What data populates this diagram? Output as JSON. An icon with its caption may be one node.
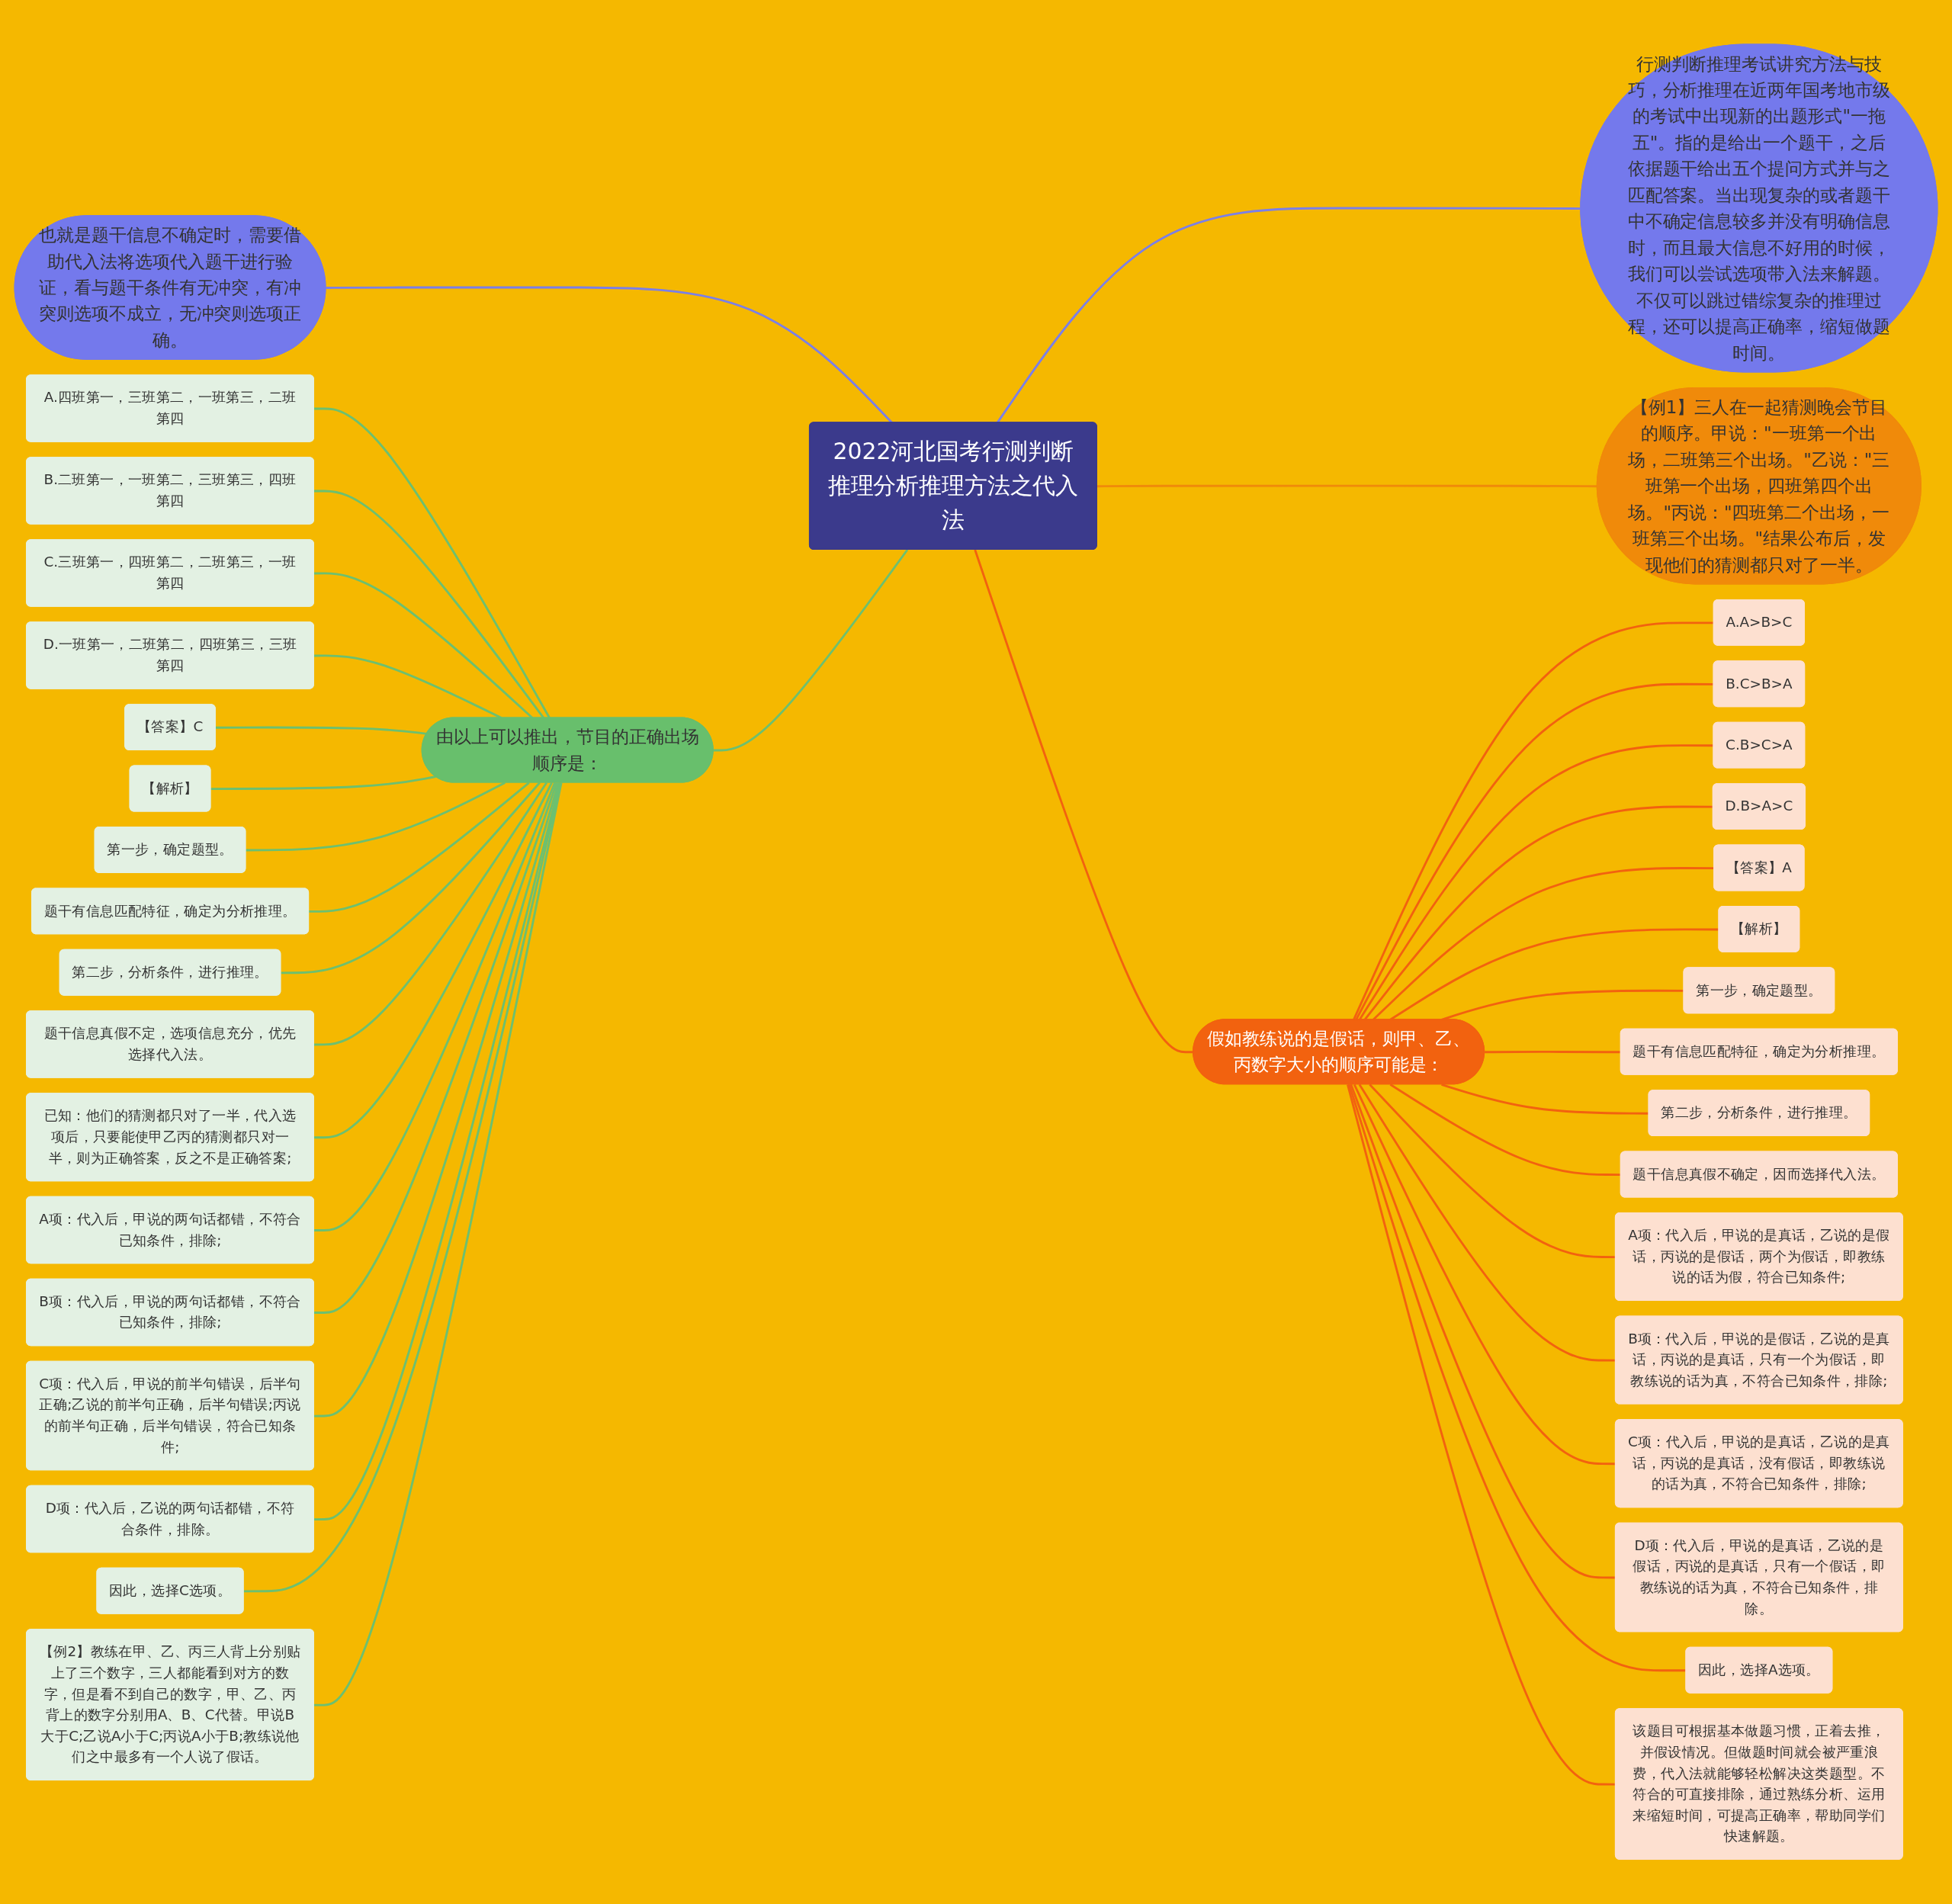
{
  "diagram": {
    "nodes": [
      {
        "text": [
          "2022河北国考行测判断推理分析推理方法之代入法"
        ]
      },
      {
        "text": [
          "也就是题干信息不确定时，需要借助代入法将选项代入题干进行验证，看与题干条件有无冲突，有冲突则选项不成立，无冲突则选项正确。"
        ]
      },
      {
        "text": [
          "行测判断推理考试讲究方法与技巧，分析推理在近两年国考地市级的考试中出现新的出题形式\"一拖五\"。指的是给出一个题干，之后依据题干给出五个提问方式并与之匹配答案。当出现复杂的或者题干中不确定信息较多并没有明确信息时，而且最大信息不好用的时候，我们可以尝试选项带入法来解题。不仅可以跳过错综复杂的推理过程，还可以提高正确率，缩短做题时间。"
        ]
      },
      {
        "text": [
          "【例1】三人在一起猜测晚会节目的顺序。甲说：\"一班第一个出场，二班第三个出场。\"乙说：\"三班第一个出场，四班第四个出场。\"丙说：\"四班第二个出场，一班第三个出场。\"结果公布后，发现他们的猜测都只对了一半。"
        ]
      },
      {
        "text": [
          "由以上可以推出，节目的正确出场顺序是："
        ]
      },
      {
        "text": [
          "A.四班第一，三班第二，一班第三，二班第四"
        ]
      },
      {
        "text": [
          "B.二班第一，一班第二，三班第三，四班第四"
        ]
      },
      {
        "text": [
          "C.三班第一，四班第二，二班第三，一班第四"
        ]
      },
      {
        "text": [
          "D.一班第一，二班第二，四班第三，三班第四"
        ]
      },
      {
        "text": [
          "【答案】C"
        ]
      },
      {
        "text": [
          "【解析】"
        ]
      },
      {
        "text": [
          "第一步，确定题型。"
        ]
      },
      {
        "text": [
          "题干有信息匹配特征，确定为分析推理。"
        ]
      },
      {
        "text": [
          "第二步，分析条件，进行推理。"
        ]
      },
      {
        "text": [
          "题干信息真假不定，选项信息充分，优先选择代入法。"
        ]
      },
      {
        "text": [
          "已知：他们的猜测都只对了一半，代入选项后，只要能使甲乙丙的猜测都只对一半，则为正确答案，反之不是正确答案;"
        ]
      },
      {
        "text": [
          "A项：代入后，甲说的两句话都错，不符合已知条件，排除;"
        ]
      },
      {
        "text": [
          "B项：代入后，甲说的两句话都错，不符合已知条件，排除;"
        ]
      },
      {
        "text": [
          "C项：代入后，甲说的前半句错误，后半句正确;乙说的前半句正确，后半句错误;丙说的前半句正确，后半句错误，符合已知条件;"
        ]
      },
      {
        "text": [
          "D项：代入后，乙说的两句话都错，不符合条件，排除。"
        ]
      },
      {
        "text": [
          "因此，选择C选项。"
        ]
      },
      {
        "text": [
          "【例2】教练在甲、乙、丙三人背上分别贴上了三个数字，三人都能看到对方的数字，但是看不到自己的数字，甲、乙、丙背上的数字分别用A、B、C代替。甲说B大于C;乙说A小于C;丙说A小于B;教练说他们之中最多有一个人说了假话。"
        ]
      },
      {
        "text": [
          "假如教练说的是假话，则甲、乙、丙数字大小的顺序可能是："
        ]
      },
      {
        "text": [
          "A.A>B>C"
        ]
      },
      {
        "text": [
          "B.C>B>A"
        ]
      },
      {
        "text": [
          "C.B>C>A"
        ]
      },
      {
        "text": [
          "D.B>A>C"
        ]
      },
      {
        "text": [
          "【答案】A"
        ]
      },
      {
        "text": [
          "【解析】"
        ]
      },
      {
        "text": [
          "第一步，确定题型。"
        ]
      },
      {
        "text": [
          "题干有信息匹配特征，确定为分析推理。"
        ]
      },
      {
        "text": [
          "第二步，分析条件，进行推理。"
        ]
      },
      {
        "text": [
          "题干信息真假不确定，因而选择代入法。"
        ]
      },
      {
        "text": [
          "A项：代入后，甲说的是真话，乙说的是假话，丙说的是假话，两个为假话，即教练说的话为假，符合已知条件;"
        ]
      },
      {
        "text": [
          "B项：代入后，甲说的是假话，乙说的是真话，丙说的是真话，只有一个为假话，即教练说的话为真，不符合已知条件，排除;"
        ]
      },
      {
        "text": [
          "C项：代入后，甲说的是真话，乙说的是真话，丙说的是真话，没有假话，即教练说的话为真，不符合已知条件，排除;"
        ]
      },
      {
        "text": [
          "D项：代入后，甲说的是真话，乙说的是假话，丙说的是真话，只有一个假话，即教练说的话为真，不符合已知条件，排除。"
        ]
      },
      {
        "text": [
          "因此，选择A选项。"
        ]
      },
      {
        "text": [
          "该题目可根据基本做题习惯，正着去推，并假设情况。但做题时间就会被严重浪费，代入法就能够轻松解决这类题型。不符合的可直接排除，通过熟练分析、运用来缩短时间，可提高正确率，帮助同学们快速解题。"
        ]
      }
    ],
    "edges": [
      {
        "from": 0,
        "to": 1,
        "arrow": "none",
        "color": "#7b7fe8"
      },
      {
        "from": 0,
        "to": 2,
        "arrow": "none",
        "color": "#7b7fe8"
      },
      {
        "from": 0,
        "to": 3,
        "arrow": "none",
        "color": "#f08a0a"
      },
      {
        "from": 0,
        "to": 4,
        "arrow": "none"
      },
      {
        "from": 0,
        "to": 22,
        "arrow": "none",
        "color": "#f2620f"
      },
      {
        "from": 4,
        "to": 5,
        "arrow": "none"
      },
      {
        "from": 4,
        "to": 6,
        "arrow": "none"
      },
      {
        "from": 4,
        "to": 7,
        "arrow": "none"
      },
      {
        "from": 4,
        "to": 8,
        "arrow": "none"
      },
      {
        "from": 4,
        "to": 9,
        "arrow": "none"
      },
      {
        "from": 4,
        "to": 10,
        "arrow": "none"
      },
      {
        "from": 4,
        "to": 11,
        "arrow": "none"
      },
      {
        "from": 4,
        "to": 12,
        "arrow": "none"
      },
      {
        "from": 4,
        "to": 13,
        "arrow": "none"
      },
      {
        "from": 4,
        "to": 14,
        "arrow": "none"
      },
      {
        "from": 4,
        "to": 15,
        "arrow": "none"
      },
      {
        "from": 4,
        "to": 16,
        "arrow": "none"
      },
      {
        "from": 4,
        "to": 17,
        "arrow": "none"
      },
      {
        "from": 4,
        "to": 18,
        "arrow": "none"
      },
      {
        "from": 4,
        "to": 19,
        "arrow": "none"
      },
      {
        "from": 4,
        "to": 20,
        "arrow": "none"
      },
      {
        "from": 4,
        "to": 21,
        "arrow": "none"
      },
      {
        "from": 22,
        "to": 23,
        "arrow": "none",
        "color": "#f2620f"
      },
      {
        "from": 22,
        "to": 24,
        "arrow": "none",
        "color": "#f2620f"
      },
      {
        "from": 22,
        "to": 25,
        "arrow": "none",
        "color": "#f2620f"
      },
      {
        "from": 22,
        "to": 26,
        "arrow": "none",
        "color": "#f2620f"
      },
      {
        "from": 22,
        "to": 27,
        "arrow": "none",
        "color": "#f2620f"
      },
      {
        "from": 22,
        "to": 28,
        "arrow": "none",
        "color": "#f2620f"
      },
      {
        "from": 22,
        "to": 29,
        "arrow": "none",
        "color": "#f2620f"
      },
      {
        "from": 22,
        "to": 30,
        "arrow": "none",
        "color": "#f2620f"
      },
      {
        "from": 22,
        "to": 31,
        "arrow": "none",
        "color": "#f2620f"
      },
      {
        "from": 22,
        "to": 32,
        "arrow": "none",
        "color": "#f2620f"
      },
      {
        "from": 22,
        "to": 33,
        "arrow": "none",
        "color": "#f2620f"
      },
      {
        "from": 22,
        "to": 34,
        "arrow": "none",
        "color": "#f2620f"
      },
      {
        "from": 22,
        "to": 35,
        "arrow": "none",
        "color": "#f2620f"
      },
      {
        "from": 22,
        "to": 36,
        "arrow": "none",
        "color": "#f2620f"
      },
      {
        "from": 22,
        "to": 37,
        "arrow": "none",
        "color": "#f2620f"
      },
      {
        "from": 22,
        "to": 38,
        "arrow": "none",
        "color": "#f2620f"
      }
    ]
  }
}
